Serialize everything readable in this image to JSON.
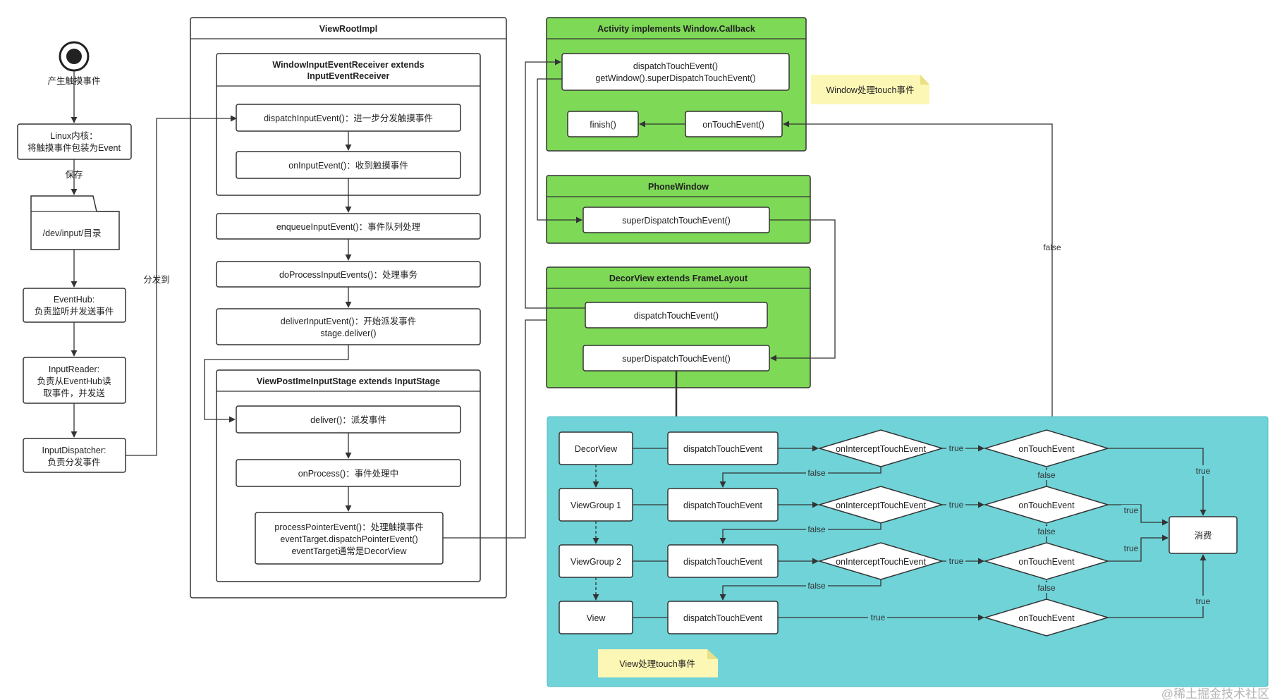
{
  "left": {
    "start": "产生触摸事件",
    "linux": [
      "Linux内核：",
      "将触摸事件包装为Event"
    ],
    "save": "保存",
    "dev": "/dev/input/目录",
    "eventhub": [
      "EventHub:",
      "负责监听并发送事件"
    ],
    "reader": [
      "InputReader:",
      "负责从EventHub读",
      "取事件，并发送"
    ],
    "dispatcher": [
      "InputDispatcher:",
      "负责分发事件"
    ],
    "dispatch_to": "分发到"
  },
  "vri": {
    "title": "ViewRootImpl",
    "receiver_title": [
      "WindowInputEventReceiver extends",
      "InputEventReceiver"
    ],
    "dispatch_input": "dispatchInputEvent()：进一步分发触摸事件",
    "on_input": "onInputEvent()：收到触摸事件",
    "enqueue": "enqueueInputEvent()：事件队列处理",
    "do_process": "doProcessInputEvents()：处理事务",
    "deliver_input": [
      "deliverInputEvent()：开始派发事件",
      "stage.deliver()"
    ],
    "stage_title": "ViewPostImeInputStage extends InputStage",
    "deliver": "deliver()：派发事件",
    "on_process": "onProcess()：事件处理中",
    "process_pointer": [
      "processPointerEvent()：处理触摸事件",
      "eventTarget.dispatchPointerEvent()",
      "eventTarget通常是DecorView"
    ]
  },
  "activity": {
    "title": "Activity implements Window.Callback",
    "dispatch": [
      "dispatchTouchEvent()",
      "getWindow().superDispatchTouchEvent()"
    ],
    "finish": "finish()",
    "on_touch": "onTouchEvent()",
    "note": "Window处理touch事件"
  },
  "phone": {
    "title": "PhoneWindow",
    "super_dispatch": "superDispatchTouchEvent()"
  },
  "decor": {
    "title": "DecorView extends FrameLayout",
    "dispatch": "dispatchTouchEvent()",
    "super_dispatch": "superDispatchTouchEvent()"
  },
  "flow": {
    "rows": [
      "DecorView",
      "ViewGroup 1",
      "ViewGroup 2",
      "View"
    ],
    "dispatch": "dispatchTouchEvent",
    "intercept": "onInterceptTouchEvent",
    "on_touch": "onTouchEvent",
    "consume": "消费",
    "true_label": "true",
    "false_label": "false",
    "note": "View处理touch事件"
  },
  "watermark": "@稀土掘金技术社区",
  "colors": {
    "green": "#7ed957",
    "teal": "#6fd3d8",
    "note": "#fdf7b5"
  }
}
